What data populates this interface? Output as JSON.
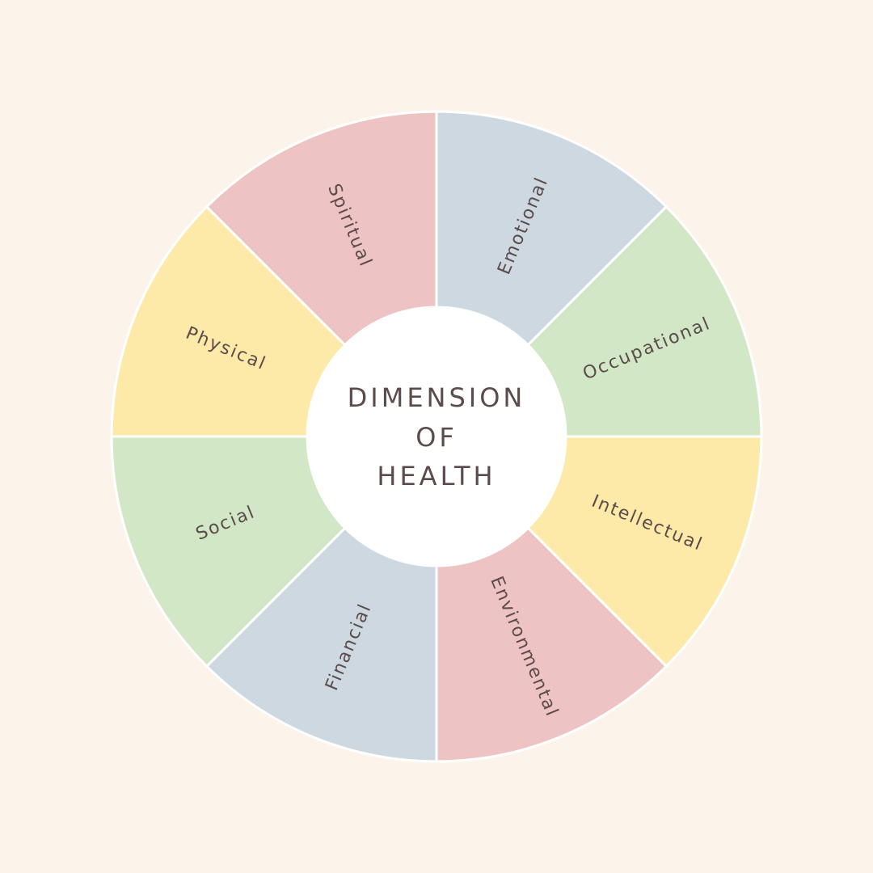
{
  "title": [
    "DIMENSION",
    "OF",
    "HEALTH"
  ],
  "colors": {
    "background": "#fcf3ea",
    "text": "#5b4b4b",
    "divider": "#ffffff",
    "center": "#ffffff"
  },
  "segments": [
    {
      "label": "Emotional",
      "color": "#cdd8e0"
    },
    {
      "label": "Occupational",
      "color": "#d1e7c6"
    },
    {
      "label": "Intellectual",
      "color": "#fdeaa8"
    },
    {
      "label": "Environmental",
      "color": "#edc3c4"
    },
    {
      "label": "Financial",
      "color": "#cdd8e0"
    },
    {
      "label": "Social",
      "color": "#d1e7c6"
    },
    {
      "label": "Physical",
      "color": "#fdeaa8"
    },
    {
      "label": "Spiritual",
      "color": "#edc3c4"
    }
  ]
}
